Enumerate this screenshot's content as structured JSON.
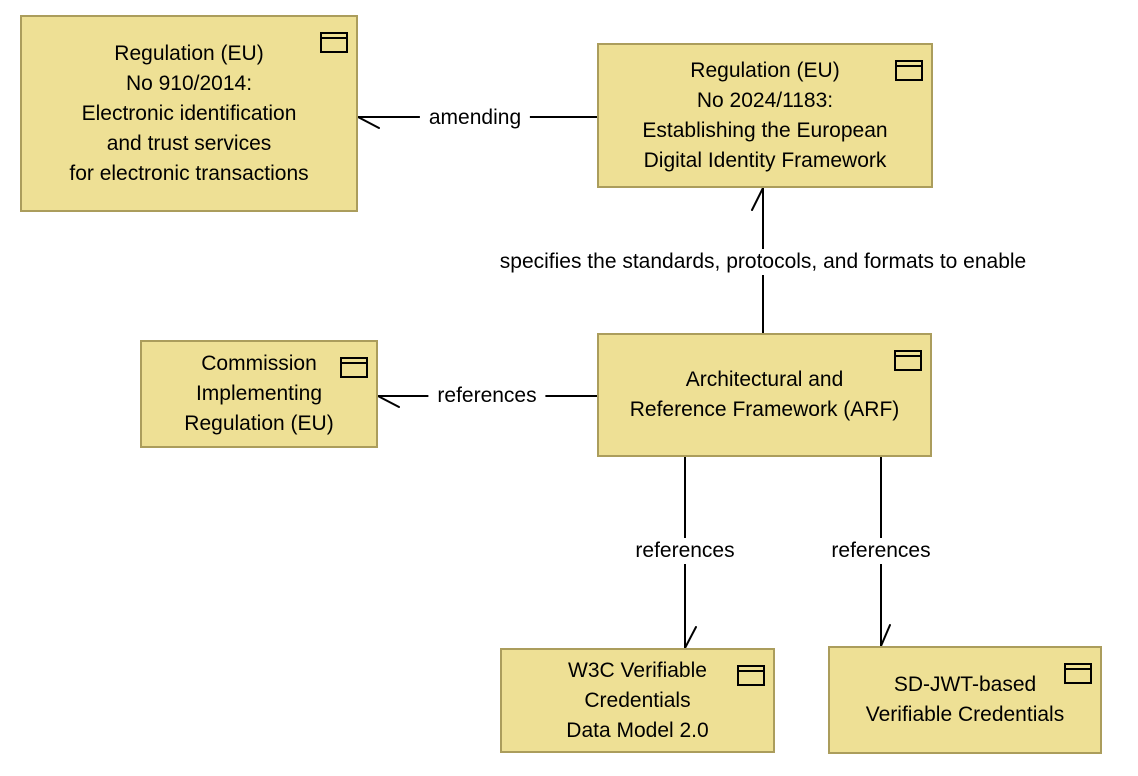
{
  "theme": {
    "node-fill": "#eee095",
    "node-border": "#ab9d5c",
    "line-color": "#000000",
    "text-color": "#000000",
    "canvas-bg": "#ffffff"
  },
  "icons": {
    "node_badge": "card-icon (rectangle with top band)"
  },
  "nodes": {
    "reg910": {
      "text": "Regulation (EU)\nNo 910/2014:\nElectronic identification\nand trust services\nfor electronic transactions"
    },
    "reg1183": {
      "text": "Regulation (EU)\nNo 2024/1183:\nEstablishing the European\nDigital Identity Framework"
    },
    "cir": {
      "text": "Commission\nImplementing\nRegulation (EU)"
    },
    "arf": {
      "text": "Architectural and\nReference Framework (ARF)"
    },
    "w3c": {
      "text": "W3C Verifiable\nCredentials\nData Model 2.0"
    },
    "sdjwt": {
      "text": "SD-JWT-based\nVerifiable Credentials"
    }
  },
  "edges": {
    "amending": {
      "label": "amending",
      "from": "reg1183",
      "to": "reg910"
    },
    "specifies": {
      "label": "specifies the standards, protocols, and formats to enable",
      "from": "arf",
      "to": "reg1183"
    },
    "ref_cir": {
      "label": "references",
      "from": "arf",
      "to": "cir"
    },
    "ref_w3c": {
      "label": "references",
      "from": "arf",
      "to": "w3c"
    },
    "ref_sdjwt": {
      "label": "references",
      "from": "arf",
      "to": "sdjwt"
    }
  }
}
